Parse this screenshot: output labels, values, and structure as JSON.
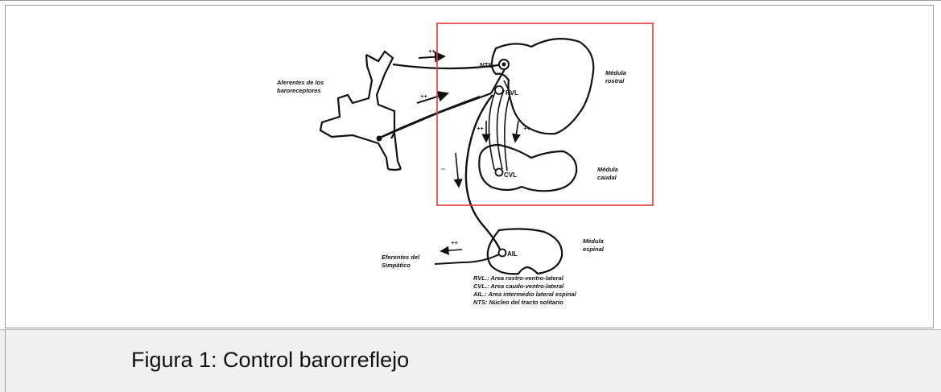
{
  "caption": "Figura 1: Control barorreflejo",
  "diagram": {
    "highlight_color": "#e0393e",
    "labels": {
      "aferentes_1": "Aferentes de los",
      "aferentes_2": "baroreceptores",
      "nts": "NTS",
      "rvl": "RVL",
      "cvl": "CVL",
      "ail": "AIL",
      "medula_rostral_1": "Médula",
      "medula_rostral_2": "rostral",
      "medula_caudal_1": "Médula",
      "medula_caudal_2": "caudal",
      "medula_espinal_1": "Médula",
      "medula_espinal_2": "espinal",
      "eferentes_1": "Eferentes del",
      "eferentes_2": "Simpático"
    },
    "signs": {
      "s1": "++",
      "s2": "++",
      "s3": "++",
      "s4": "++",
      "s5": "--",
      "s6": "++"
    },
    "legend": [
      "RVL.: Area rostro-ventro-lateral",
      "CVL.: Area caudo-ventro-lateral",
      "AIL.: Area intermedio lateral espinal",
      "NTS: Núcleo del tracto solitario"
    ]
  }
}
